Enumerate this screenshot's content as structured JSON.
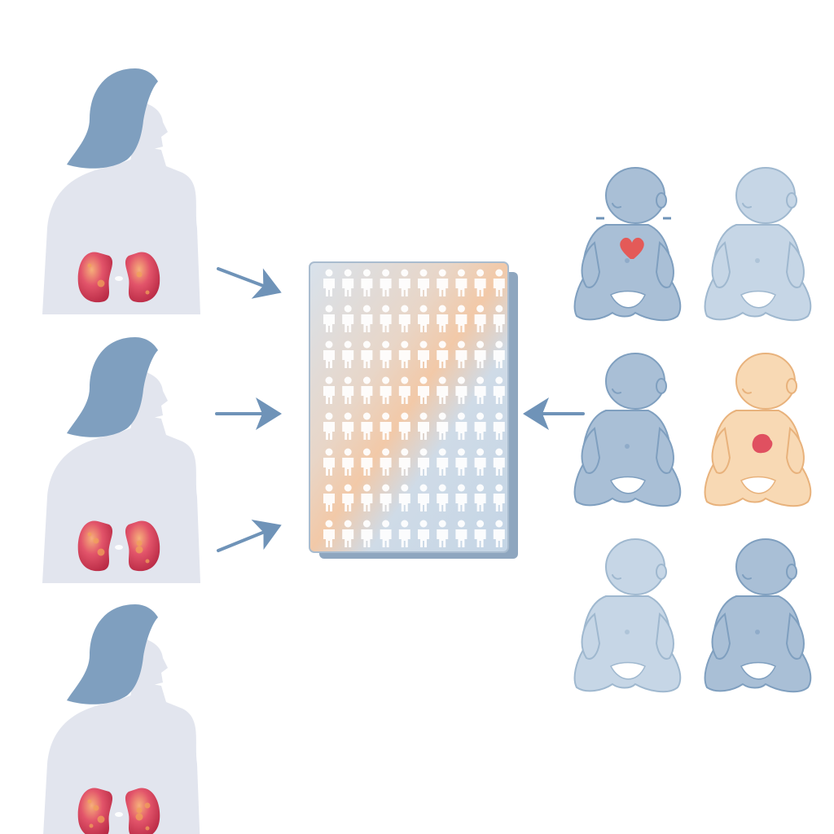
{
  "diagram": {
    "mothers": [
      {
        "kidney_state": "mild"
      },
      {
        "kidney_state": "moderate"
      },
      {
        "kidney_state": "severe"
      }
    ],
    "cohort": {
      "rows": 8,
      "columns": 10,
      "icon": "person-icon"
    },
    "infants": [
      {
        "tone": "blue",
        "marker": "heart-icon"
      },
      {
        "tone": "pale-blue",
        "marker": ""
      },
      {
        "tone": "blue",
        "marker": ""
      },
      {
        "tone": "peach",
        "marker": "lesion-icon"
      },
      {
        "tone": "pale-blue",
        "marker": ""
      },
      {
        "tone": "blue",
        "marker": ""
      }
    ],
    "colors": {
      "hair": "#7f9fbf",
      "torso": "#e2e5ee",
      "kidney": "#d83a52",
      "kidney_highlight": "#f0a25a",
      "arrow": "#6f93b8",
      "cohort_bg": "#c9d8e6",
      "cohort_shadow": "#8ea6bf",
      "infant_blue": "#a9bfd6",
      "infant_pale": "#c6d6e6",
      "infant_peach": "#f8d9b4",
      "heart": "#e45a58"
    }
  }
}
